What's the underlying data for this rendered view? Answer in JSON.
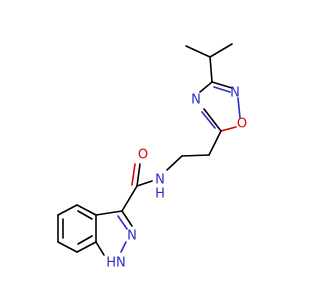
{
  "molecule": {
    "atoms": {
      "n_oxadiazole_upper": {
        "text": "N",
        "color": "#2a2ad0"
      },
      "o_oxadiazole": {
        "text": "O",
        "color": "#e00000"
      },
      "n_oxadiazole_lower": {
        "text": "N",
        "color": "#2a2ad0"
      },
      "n_amide": {
        "text": "N",
        "color": "#2a2ad0"
      },
      "h_amide": {
        "text": "H",
        "color": "#2a2ad0"
      },
      "o_carbonyl": {
        "text": "O",
        "color": "#e00000"
      },
      "n_indazole_2": {
        "text": "N",
        "color": "#2a2ad0"
      },
      "nh_indazole_1": {
        "text": "HN",
        "color": "#2a2ad0"
      }
    }
  }
}
